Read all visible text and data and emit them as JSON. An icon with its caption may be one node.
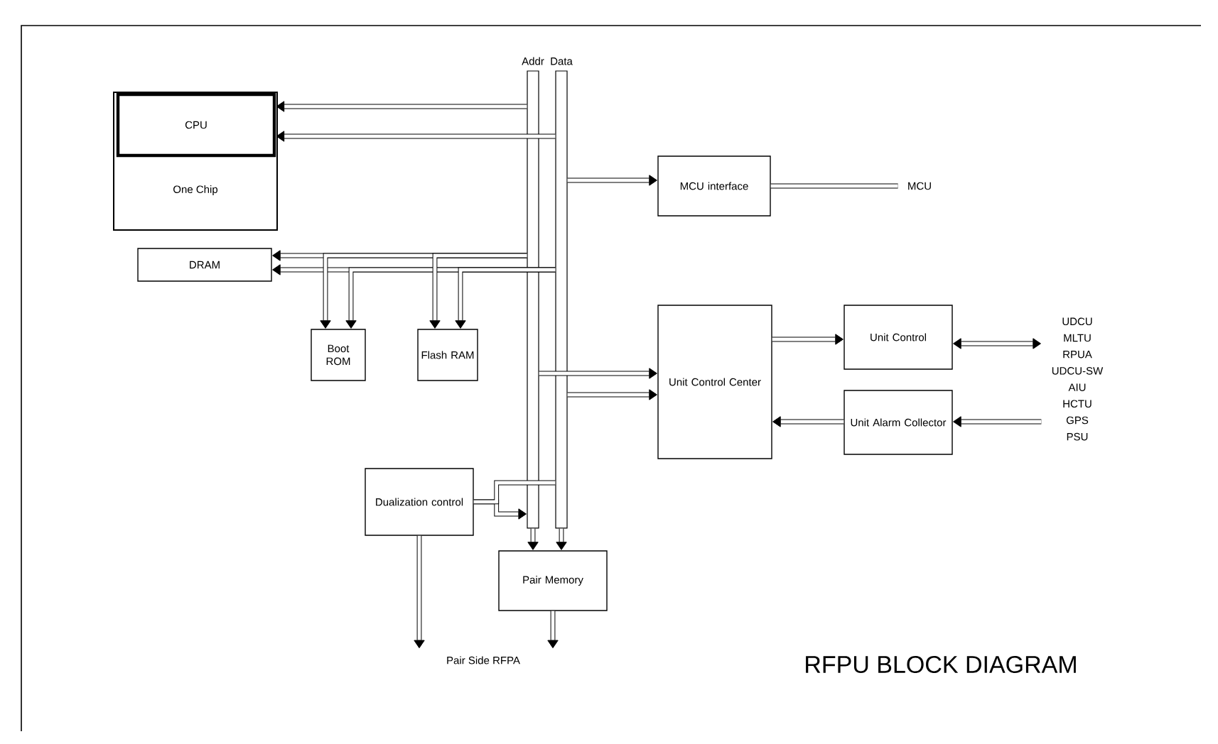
{
  "diagram": {
    "title": "RFPU BLOCK DIAGRAM",
    "nodes": [
      {
        "text": [
          "One Chip"
        ]
      },
      {
        "text": [
          "CPU"
        ],
        "in": 0
      },
      {
        "text": [
          "DRAM"
        ]
      },
      {
        "text": [
          "Boot ROM"
        ]
      },
      {
        "text": [
          "Flash RAM"
        ]
      },
      {
        "text": [
          "MCU interface"
        ]
      },
      {
        "text": [
          "MCU"
        ]
      },
      {
        "text": [
          "Unit Control Center"
        ]
      },
      {
        "text": [
          "Unit Control"
        ]
      },
      {
        "text": [
          "Unit Alarm Collector"
        ]
      },
      {
        "text": [
          "UDCU",
          "MLTU",
          "RPUA",
          "UDCU-SW",
          "AIU",
          "HCTU",
          "GPS",
          "PSU"
        ]
      },
      {
        "text": [
          "Dualization control"
        ]
      },
      {
        "text": [
          "Pair Memory"
        ]
      },
      {
        "text": [
          "Pair Side RFPA"
        ]
      },
      {
        "text": [
          "Addr"
        ]
      },
      {
        "text": [
          "Data"
        ]
      }
    ],
    "edges": [
      {
        "from": 14,
        "to": 1,
        "arrow": "to"
      },
      {
        "from": 15,
        "to": 1,
        "arrow": "to"
      },
      {
        "from": 15,
        "to": 5,
        "arrow": "to"
      },
      {
        "from": 5,
        "to": 6,
        "arrow": "none"
      },
      {
        "from": 14,
        "to": 2,
        "arrow": "to"
      },
      {
        "from": 15,
        "to": 2,
        "arrow": "to"
      },
      {
        "from": 14,
        "to": 3,
        "arrow": "to"
      },
      {
        "from": 15,
        "to": 3,
        "arrow": "to"
      },
      {
        "from": 14,
        "to": 4,
        "arrow": "to"
      },
      {
        "from": 15,
        "to": 4,
        "arrow": "to"
      },
      {
        "from": 14,
        "to": 7,
        "arrow": "to"
      },
      {
        "from": 15,
        "to": 7,
        "arrow": "to"
      },
      {
        "from": 7,
        "to": 8,
        "arrow": "to"
      },
      {
        "from": 8,
        "to": 10,
        "arrow": "both"
      },
      {
        "from": 10,
        "to": 9,
        "arrow": "to"
      },
      {
        "from": 9,
        "to": 7,
        "arrow": "to"
      },
      {
        "from": 11,
        "to": 14,
        "arrow": "to"
      },
      {
        "from": 11,
        "to": 15,
        "arrow": "none"
      },
      {
        "from": 14,
        "to": 12,
        "arrow": "to"
      },
      {
        "from": 15,
        "to": 12,
        "arrow": "to"
      },
      {
        "from": 11,
        "to": 13,
        "arrow": "to"
      },
      {
        "from": 12,
        "to": 13,
        "arrow": "to"
      }
    ]
  }
}
